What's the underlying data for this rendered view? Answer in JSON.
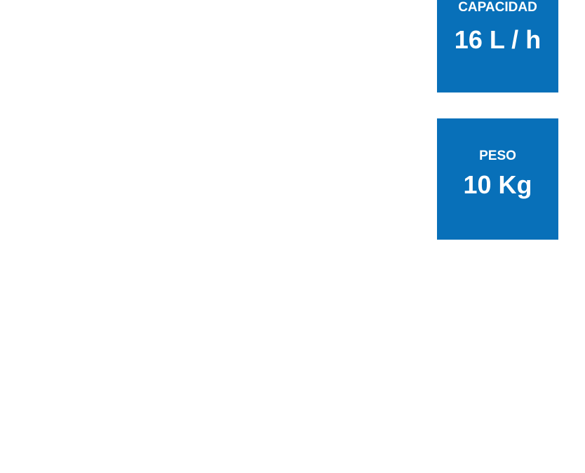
{
  "specs": [
    {
      "label": "CAPACIDAD",
      "value": "16 L / h"
    },
    {
      "label": "PESO",
      "value": "10 Kg"
    }
  ],
  "colors": {
    "card_background": "#0870b9",
    "card_text": "#ffffff",
    "page_background": "#ffffff"
  }
}
